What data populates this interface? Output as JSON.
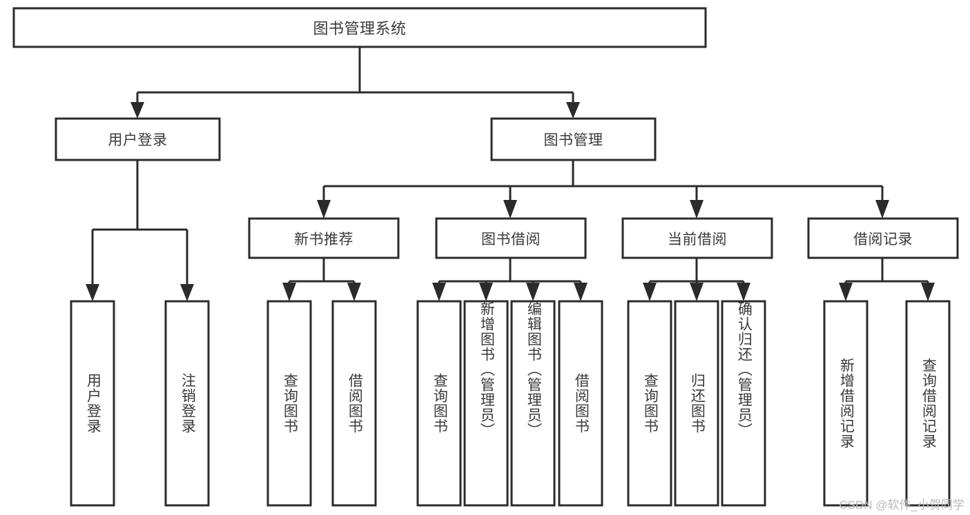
{
  "diagram": {
    "type": "tree-hierarchy",
    "title": "图书管理系统",
    "watermark": "CSDN @软件_小贺同学",
    "colors": {
      "background": "#ffffff",
      "box_border": "#2b2b2b",
      "box_fill": "#ffffff",
      "connector": "#2b2b2b",
      "text": "#3a3a3a",
      "watermark": "#b9b9b9"
    },
    "root": {
      "label": "图书管理系统"
    },
    "level2": [
      {
        "label": "用户登录"
      },
      {
        "label": "图书管理"
      }
    ],
    "level3": [
      {
        "label": "新书推荐"
      },
      {
        "label": "图书借阅"
      },
      {
        "label": "当前借阅"
      },
      {
        "label": "借阅记录"
      }
    ],
    "leaves": {
      "user_login": [
        {
          "label": "用户登录"
        },
        {
          "label": "注销登录"
        }
      ],
      "new_book_recommend": [
        {
          "label": "查询图书"
        },
        {
          "label": "借阅图书"
        }
      ],
      "book_borrow": [
        {
          "label": "查询图书"
        },
        {
          "label": "新增图书（管理员）"
        },
        {
          "label": "编辑图书（管理员）"
        },
        {
          "label": "借阅图书"
        }
      ],
      "current_borrow": [
        {
          "label": "查询图书"
        },
        {
          "label": "归还图书"
        },
        {
          "label": "确认归还（管理员）"
        }
      ],
      "borrow_record": [
        {
          "label": "新增借阅记录"
        },
        {
          "label": "查询借阅记录"
        }
      ]
    }
  }
}
